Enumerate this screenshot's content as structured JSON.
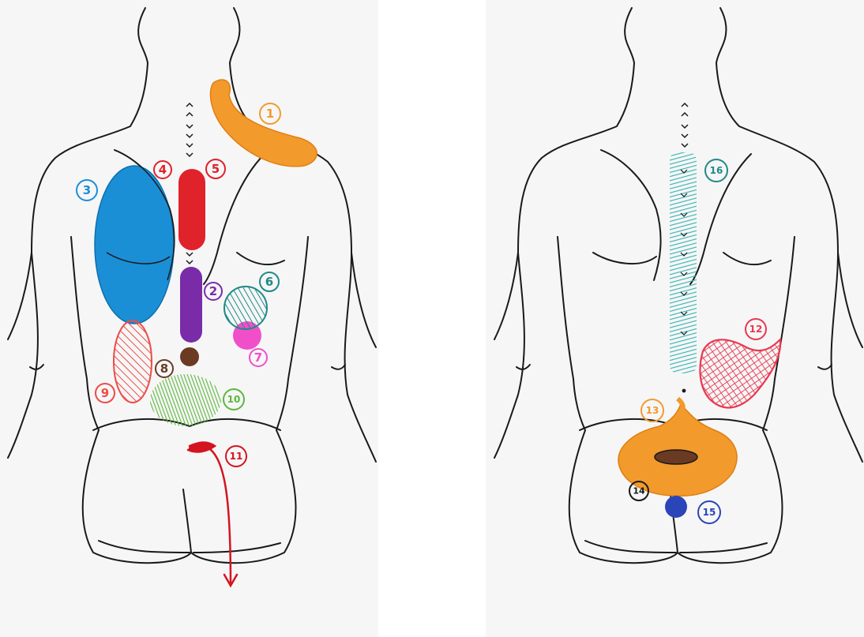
{
  "panels": [
    {
      "id": "left"
    },
    {
      "id": "right"
    }
  ],
  "colors": {
    "outline": "#1a1a1a",
    "orange": "#f39a2c",
    "blue": "#1a8fd6",
    "red": "#e0222a",
    "purple": "#7a2ca8",
    "teal": "#1f8a86",
    "pink": "#f04fc9",
    "brown": "#6b3a22",
    "salmon": "#ee4b45",
    "green": "#5bb83a",
    "crimson": "#d4141e",
    "cyan": "#33b3ad",
    "magenta": "#e8394f",
    "navy": "#2a45b8"
  },
  "markers": [
    {
      "num": "1"
    },
    {
      "num": "2"
    },
    {
      "num": "3"
    },
    {
      "num": "4"
    },
    {
      "num": "5"
    },
    {
      "num": "6"
    },
    {
      "num": "7"
    },
    {
      "num": "8"
    },
    {
      "num": "9"
    },
    {
      "num": "10"
    },
    {
      "num": "11"
    },
    {
      "num": "12"
    },
    {
      "num": "13"
    },
    {
      "num": "14"
    },
    {
      "num": "15"
    },
    {
      "num": "16"
    }
  ]
}
